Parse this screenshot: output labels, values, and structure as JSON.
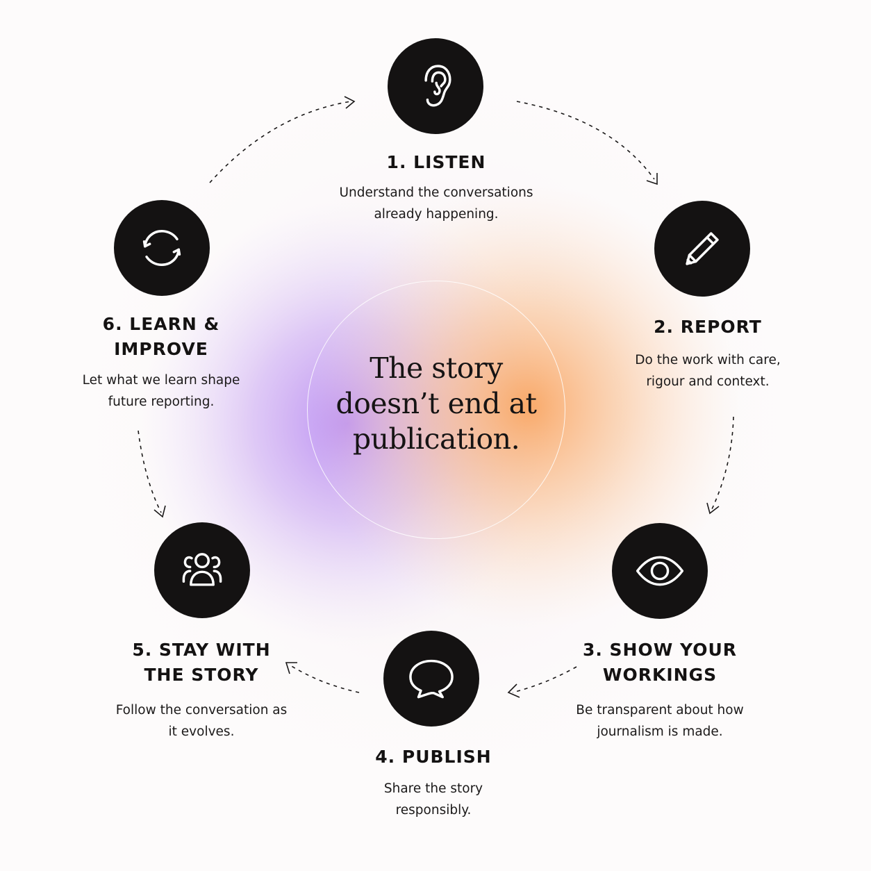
{
  "center_text": "The story doesn’t end at publication.",
  "steps": [
    {
      "title": "1. LISTEN",
      "description": "Understand the conversations already happening.",
      "icon": "ear-icon"
    },
    {
      "title": "2. REPORT",
      "description": "Do the work with care, rigour and context.",
      "icon": "pencil-icon"
    },
    {
      "title": "3. SHOW YOUR WORKINGS",
      "description": "Be transparent about how journalism is made.",
      "icon": "eye-icon"
    },
    {
      "title": "4. PUBLISH",
      "description": "Share the story responsibly.",
      "icon": "speech-bubble-icon"
    },
    {
      "title": "5. STAY WITH THE STORY",
      "description": "Follow the conversation as it evolves.",
      "icon": "people-group-icon"
    },
    {
      "title": "6. LEARN & IMPROVE",
      "description": "Let what we learn shape future reporting.",
      "icon": "cycle-arrows-icon"
    }
  ],
  "colors": {
    "icon_background": "#141212",
    "glow_purple": "#b98cf2",
    "glow_orange": "#f9a561",
    "page_background": "#fdfbfb"
  }
}
